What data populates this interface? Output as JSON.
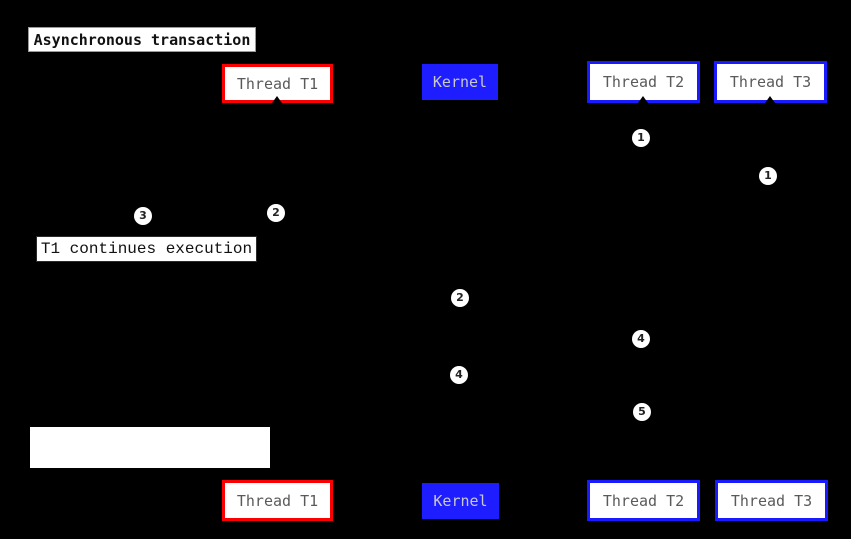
{
  "title": "Asynchronous transaction",
  "note": "T1 continues execution",
  "participants": {
    "t1": "Thread T1",
    "kernel": "Kernel",
    "t2": "Thread T2",
    "t3": "Thread T3"
  },
  "markers": {
    "m1_t2": "1",
    "m1_t3": "1",
    "m2_t1": "2",
    "m3_t1": "3",
    "m2_kernel": "2",
    "m4_t2": "4",
    "m4_kernel": "4",
    "m5_t2": "5"
  },
  "colors": {
    "background": "#000000",
    "t1_border": "#fb0000",
    "t2_t3_border": "#1a1aff",
    "kernel_fill": "#1d1dff",
    "participant_text": "#5a5a5a",
    "kernel_text": "#c9c9c9",
    "label_background": "#ffffff",
    "label_text": "#111111",
    "marker_fill": "#ffffff",
    "marker_text": "#222222"
  }
}
